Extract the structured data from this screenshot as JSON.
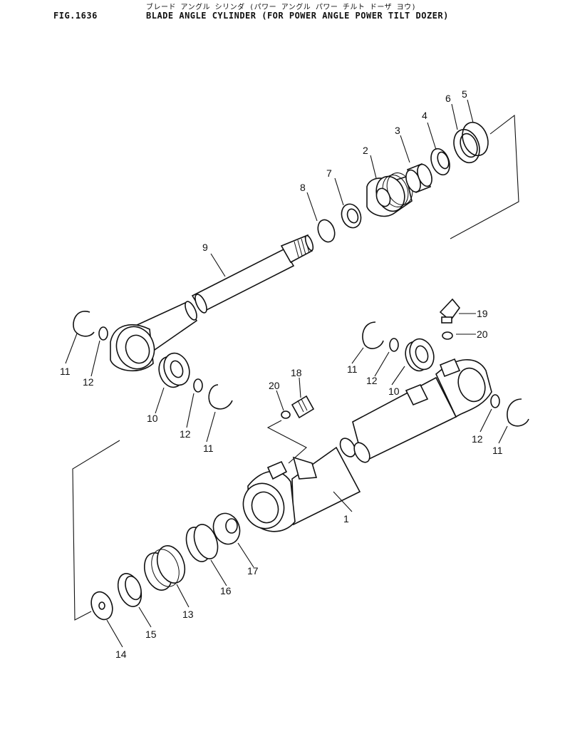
{
  "header": {
    "subtitle_jp": "ブレード アングル シリンダ (パワー アングル パワー チルト ドーザ ヨウ)",
    "figure_id": "FIG.1636",
    "title": "BLADE ANGLE CYLINDER (FOR POWER ANGLE POWER TILT DOZER)"
  },
  "callouts": [
    "1",
    "2",
    "3",
    "4",
    "5",
    "6",
    "7",
    "8",
    "9",
    "10",
    "10",
    "11",
    "11",
    "11",
    "11",
    "12",
    "12",
    "12",
    "12",
    "13",
    "14",
    "15",
    "16",
    "17",
    "18",
    "19",
    "20",
    "20"
  ]
}
